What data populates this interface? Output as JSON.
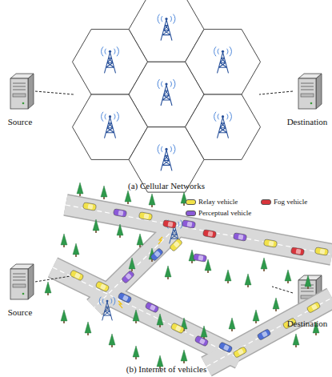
{
  "diagram": {
    "nodes": [
      {
        "text": [
          "Source"
        ]
      },
      {
        "text": [
          "Destination"
        ]
      },
      {
        "text": [
          "Source"
        ]
      },
      {
        "text": [
          "Destination"
        ]
      }
    ],
    "labels": [
      "(a) Cellular Networks",
      "(b) Internet of vehicles"
    ],
    "legend": [
      {
        "text": "Relay vehicle",
        "color": "#f2e24a"
      },
      {
        "text": "Fog vehicle",
        "color": "#d8343b"
      },
      {
        "text": "Perceptual vehicle",
        "color": "#8b5ad8"
      }
    ]
  }
}
